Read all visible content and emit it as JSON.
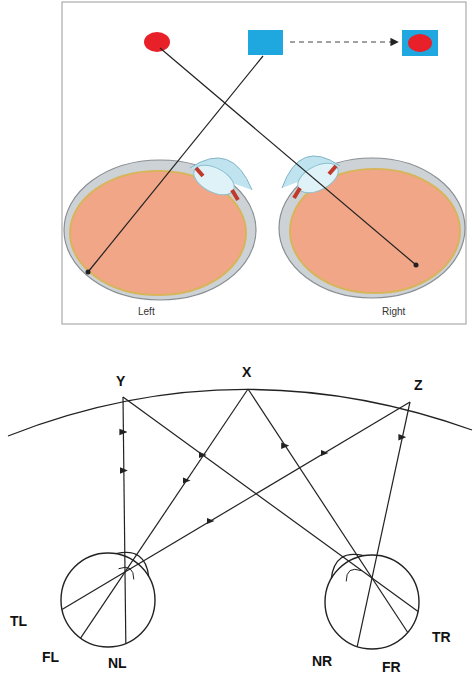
{
  "diagram": {
    "labels": [
      "Left",
      "Right",
      "Y",
      "X",
      "Z",
      "TL",
      "FL",
      "NL",
      "NR",
      "FR",
      "TR"
    ]
  }
}
